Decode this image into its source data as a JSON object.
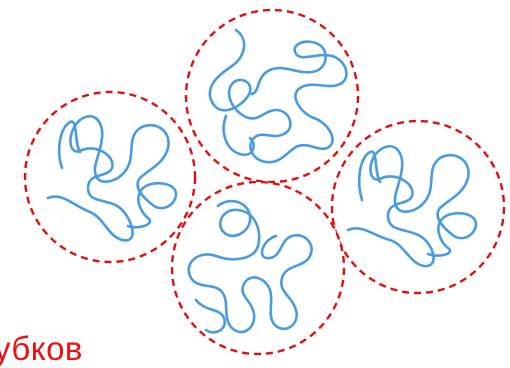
{
  "caption": {
    "text": "убков"
  },
  "colors": {
    "circle_stroke": "#e01010",
    "chain_stroke": "#4a9be0",
    "caption": "#ee1111",
    "circle_fill": "#ffffff"
  },
  "clusters": [
    {
      "name": "left",
      "circle_style": "dashed",
      "content": "tangled-chain"
    },
    {
      "name": "top",
      "circle_style": "dashed",
      "content": "tangled-chain"
    },
    {
      "name": "right",
      "circle_style": "dashed",
      "content": "tangled-chain"
    },
    {
      "name": "bottom",
      "circle_style": "dashed",
      "content": "tangled-chain"
    }
  ]
}
